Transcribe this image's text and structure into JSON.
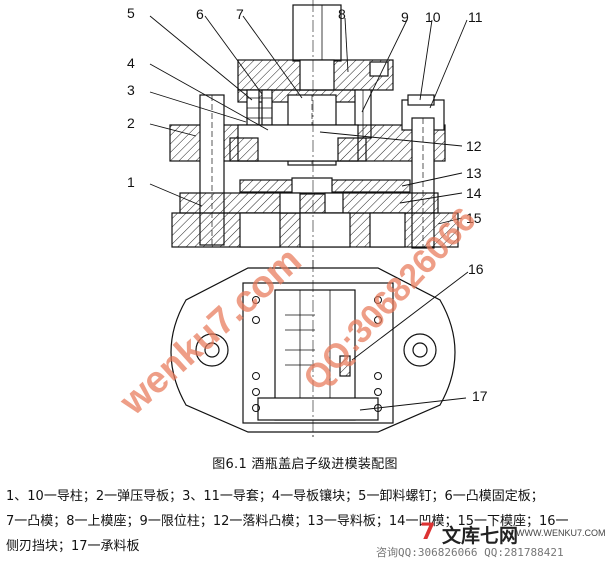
{
  "caption": "图6.1 酒瓶盖启子级进模装配图",
  "part_labels": [
    "1",
    "2",
    "3",
    "4",
    "5",
    "6",
    "7",
    "8",
    "9",
    "10",
    "11",
    "12",
    "13",
    "14",
    "15",
    "16",
    "17"
  ],
  "legend_lines": [
    "1、10一导柱；2一弹压导板；3、11一导套；4一导板镶块；5一卸料螺钉；6一凸模固定板；",
    "7一凸模；8一上模座；9一限位柱；12一落料凸模；13一导料板；14一凹模；15一下模座；16一",
    "侧刃挡块；17一承料板"
  ],
  "watermark": {
    "site": "wenku7.com",
    "qq": "QQ:306826066",
    "brand_name": "文库七网",
    "brand_url": "WWW.WENKU7.COM",
    "contact": "咨询QQ:306826066 QQ:281788421"
  }
}
